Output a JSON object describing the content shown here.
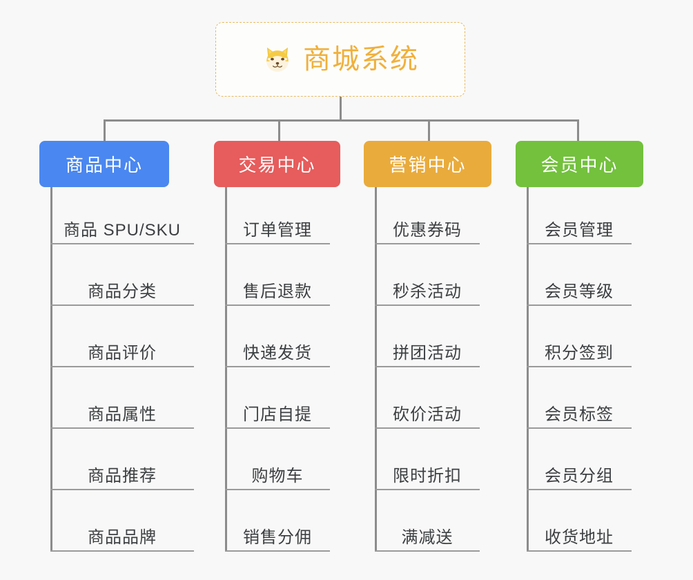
{
  "background_color": "#f8f8f8",
  "root": {
    "icon": "shiba-dog-icon",
    "title": "商城系统",
    "title_color": "#f0b03c",
    "border_color": "#e8b95e"
  },
  "connector_color": "#8c8c8c",
  "categories": [
    {
      "label": "商品中心",
      "color": "#4a87f0",
      "items": [
        "商品 SPU/SKU",
        "商品分类",
        "商品评价",
        "商品属性",
        "商品推荐",
        "商品品牌"
      ]
    },
    {
      "label": "交易中心",
      "color": "#e75c5c",
      "items": [
        "订单管理",
        "售后退款",
        "快递发货",
        "门店自提",
        "购物车",
        "销售分佣"
      ]
    },
    {
      "label": "营销中心",
      "color": "#e9ab3c",
      "items": [
        "优惠券码",
        "秒杀活动",
        "拼团活动",
        "砍价活动",
        "限时折扣",
        "满减送"
      ]
    },
    {
      "label": "会员中心",
      "color": "#73c13d",
      "items": [
        "会员管理",
        "会员等级",
        "积分签到",
        "会员标签",
        "会员分组",
        "收货地址"
      ]
    }
  ]
}
